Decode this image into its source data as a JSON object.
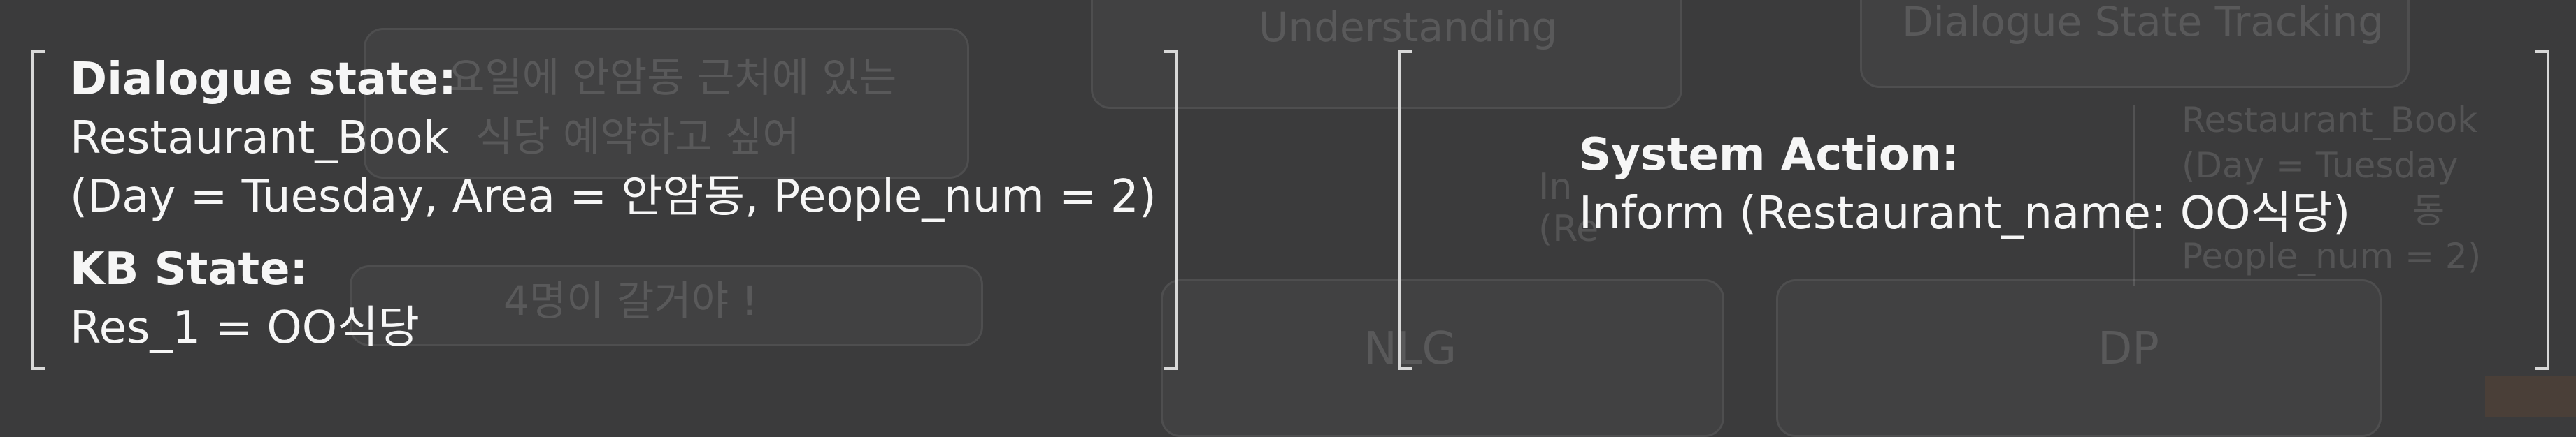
{
  "background": {
    "top_left_box": "Understanding",
    "top_right_box": "Dialogue State Tracking",
    "user_utterance_1": "요일에 안암동 근처에 있는",
    "user_utterance_2": "식당 예약하고 싶어",
    "user_utterance_3": "4명이 갈거야 !",
    "middle_fragment_1": "In",
    "middle_fragment_2": "(Re",
    "nlg_box": "NLG",
    "dp_box": "DP",
    "dst_lines": [
      "Restaurant_Book",
      "(Day = Tuesday",
      "동",
      "People_num = 2)"
    ]
  },
  "left_panel": {
    "dialogue_state_label": "Dialogue state:",
    "dialogue_state_intent": "Restaurant_Book",
    "dialogue_state_slots": "(Day = Tuesday, Area = 안암동, People_num = 2)",
    "kb_state_label": "KB State:",
    "kb_state_value": "Res_1 = OO식당"
  },
  "right_panel": {
    "system_action_label": "System Action:",
    "system_action_value": "Inform (Restaurant_name: OO식당)"
  },
  "colors": {
    "background": "#3b3b3c",
    "text": "#f6f6f6",
    "bracket": "#d8d8d8"
  }
}
